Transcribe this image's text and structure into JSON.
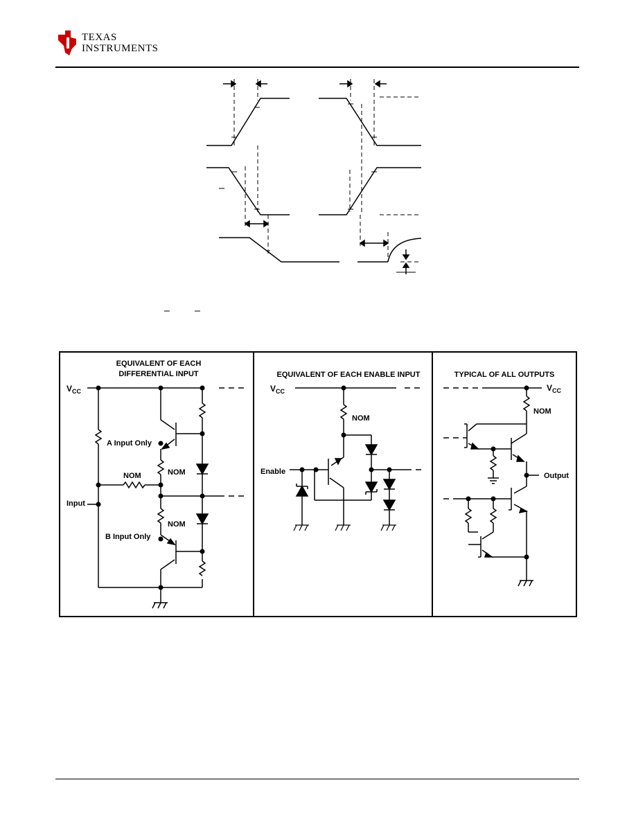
{
  "header": {
    "logo_line1": "Texas",
    "logo_line2": "Instruments",
    "brand_color": "#cc0000"
  },
  "schematics": {
    "differential": {
      "title_line1": "EQUIVALENT OF EACH",
      "title_line2": "DIFFERENTIAL INPUT",
      "vcc_main": "V",
      "vcc_sub": "CC",
      "a_input": "A Input Only",
      "nom_upper": "NOM",
      "nom_mid": "NOM",
      "input": "Input",
      "nom_lower": "NOM",
      "b_input": "B Input Only"
    },
    "enable": {
      "title": "EQUIVALENT OF EACH ENABLE INPUT",
      "vcc_main": "V",
      "vcc_sub": "CC",
      "nom": "NOM",
      "enable": "Enable"
    },
    "outputs": {
      "title": "TYPICAL OF ALL OUTPUTS",
      "vcc_main": "V",
      "vcc_sub": "CC",
      "nom": "NOM",
      "output": "Output"
    }
  }
}
